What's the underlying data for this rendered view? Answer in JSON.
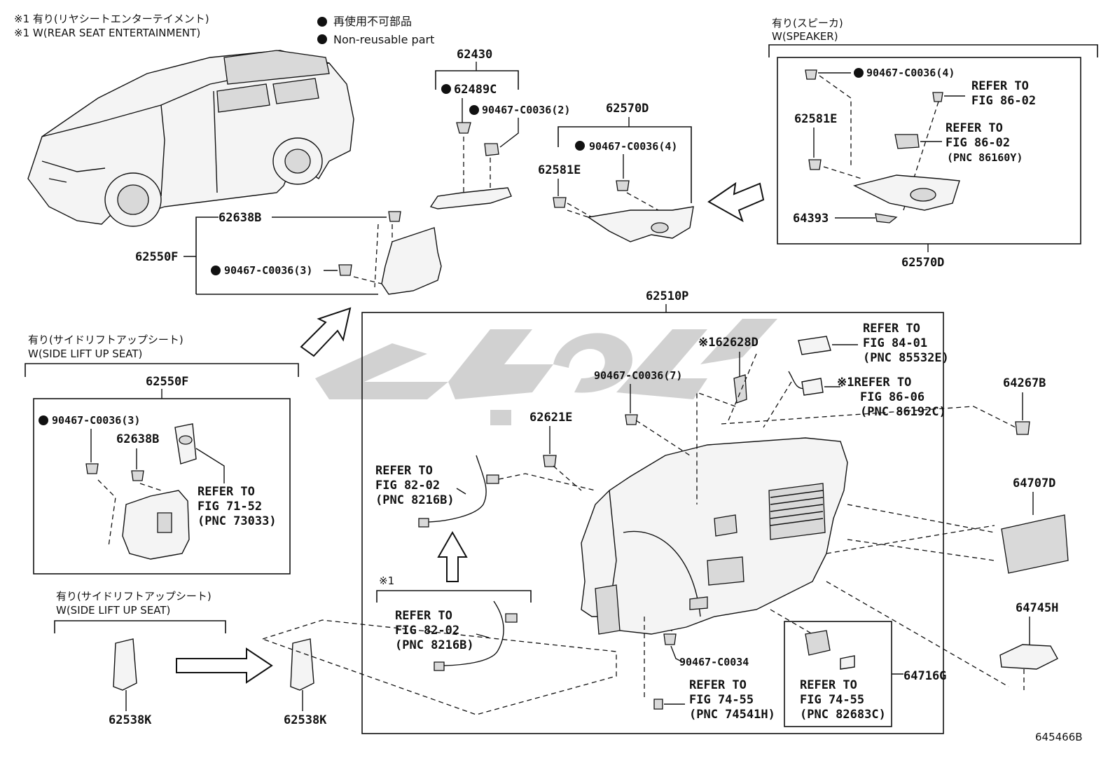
{
  "header": {
    "note_rse_jp": "※1 有り(リヤシートエンターテイメント)",
    "note_rse_en": "※1 W(REAR SEAT ENTERTAINMENT)",
    "legend_jp": "再使用不可部品",
    "legend_en": "Non-reusable part"
  },
  "speaker_box": {
    "title_jp": "有り(スピーカ)",
    "title_en": "W(SPEAKER)"
  },
  "lift_seat_box1": {
    "title_jp": "有り(サイドリフトアップシート)",
    "title_en": "W(SIDE LIFT UP SEAT)"
  },
  "lift_seat_box2": {
    "title_jp": "有り(サイドリフトアップシート)",
    "title_en": "W(SIDE LIFT UP SEAT)"
  },
  "labels": {
    "p62430": "62430",
    "p62489C": "62489C",
    "clip_2": "90467-C0036(2)",
    "p62570D_top": "62570D",
    "clip_4a": "90467-C0036(4)",
    "p62581E_mid": "62581E",
    "p62638B_top": "62638B",
    "p62550F_top": "62550F",
    "clip_3a": "90467-C0036(3)",
    "clip_4b": "90467-C0036(4)",
    "p62581E_right": "62581E",
    "p64393": "64393",
    "p62570D_bottom": "62570D",
    "p62510P": "62510P",
    "p62550F_box": "62550F",
    "clip_3b": "90467-C0036(3)",
    "p62638B_box": "62638B",
    "p62628D": "※162628D",
    "clip_7": "90467-C0036(7)",
    "p62621E": "62621E",
    "p64267B": "64267B",
    "p64707D": "64707D",
    "p64745H": "64745H",
    "clip_c0034": "90467-C0034",
    "p64716G": "64716G",
    "p62538K_left": "62538K",
    "p62538K_right": "62538K",
    "rse_mark": "※1",
    "diagram_id": "645466B"
  },
  "refs": {
    "r_86_02a": [
      "REFER TO",
      "FIG 86-02"
    ],
    "r_86_02b": [
      "REFER TO",
      "FIG 86-02",
      "(PNC 86160Y)"
    ],
    "r_71_52": [
      "REFER TO",
      "FIG 71-52",
      "(PNC 73033)"
    ],
    "r_84_01": [
      "REFER TO",
      "FIG 84-01",
      "(PNC 85532E)"
    ],
    "r_86_06": [
      "※1REFER TO",
      "FIG 86-06",
      "(PNC 86192C)"
    ],
    "r_82_02a": [
      "REFER TO",
      "FIG 82-02",
      "(PNC 8216B)"
    ],
    "r_82_02b": [
      "REFER TO",
      "FIG 82-02",
      "(PNC 8216B)"
    ],
    "r_74_55a": [
      "REFER TO",
      "FIG 74-55",
      "(PNC 74541H)"
    ],
    "r_74_55b": [
      "REFER TO",
      "FIG 74-55",
      "(PNC 82683C)"
    ]
  },
  "colors": {
    "line": "#111111",
    "watermark": "#c9c9c9",
    "part_fill": "#f4f4f4"
  }
}
